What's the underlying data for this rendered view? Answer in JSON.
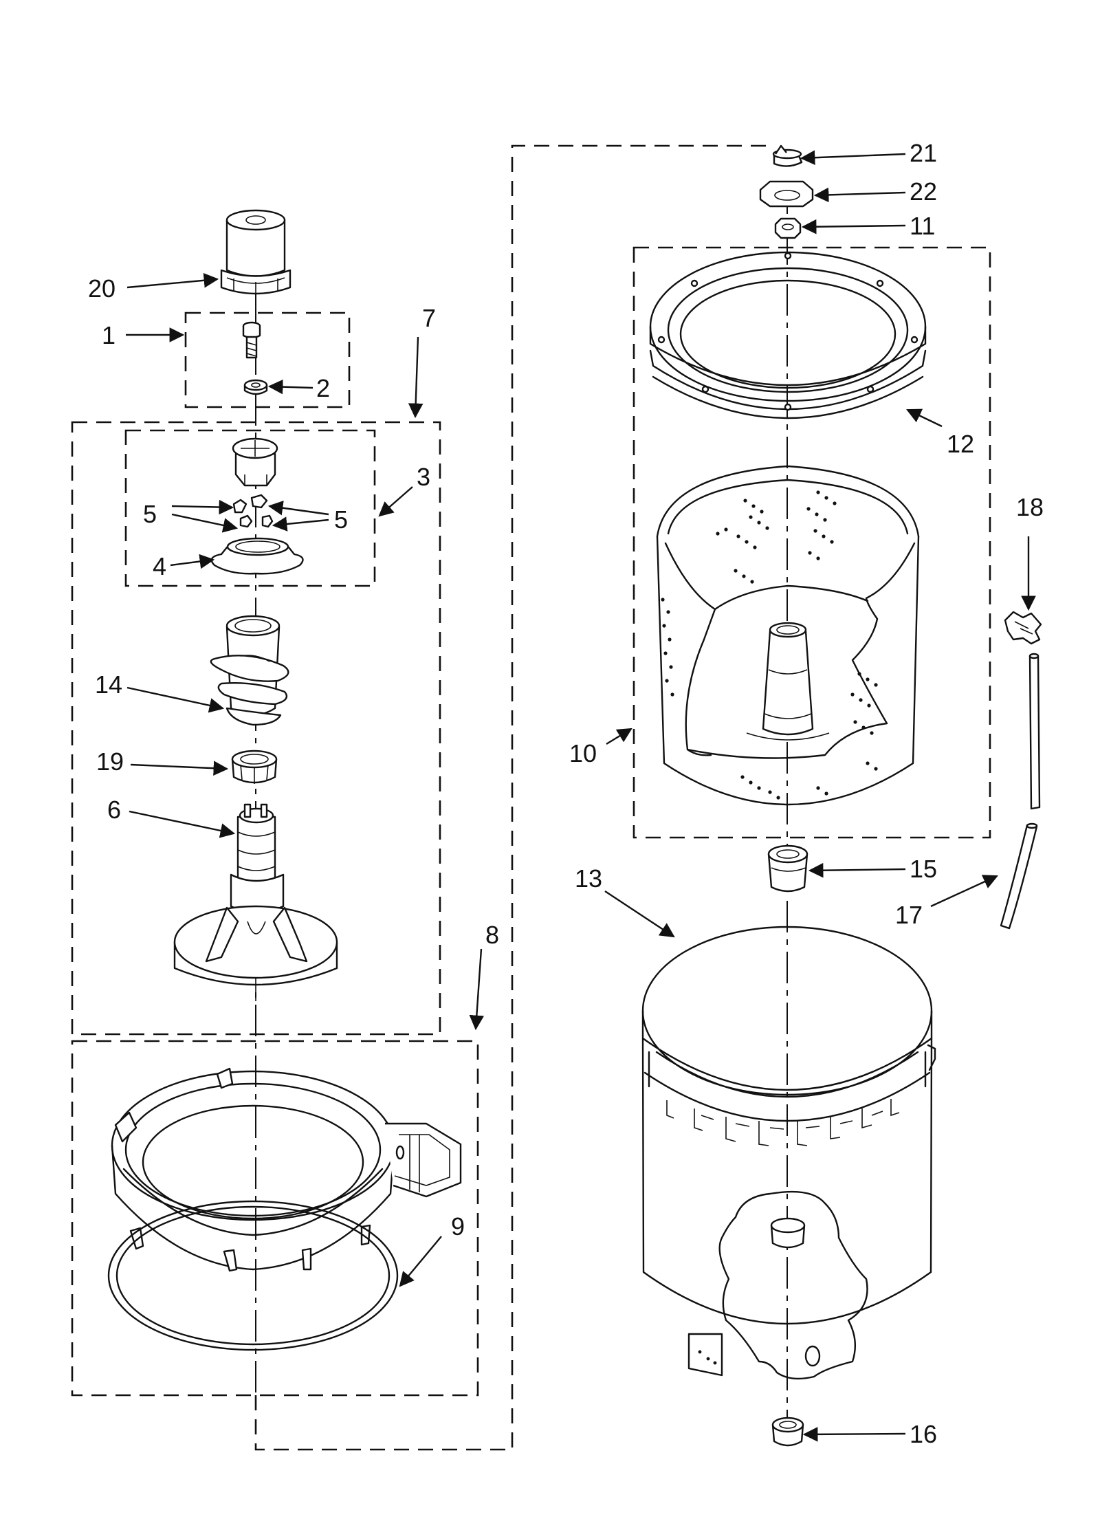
{
  "callouts": [
    "1",
    "2",
    "3",
    "4",
    "5",
    "5",
    "6",
    "7",
    "8",
    "9",
    "10",
    "11",
    "12",
    "13",
    "14",
    "15",
    "16",
    "17",
    "18",
    "19",
    "20",
    "21",
    "22"
  ]
}
